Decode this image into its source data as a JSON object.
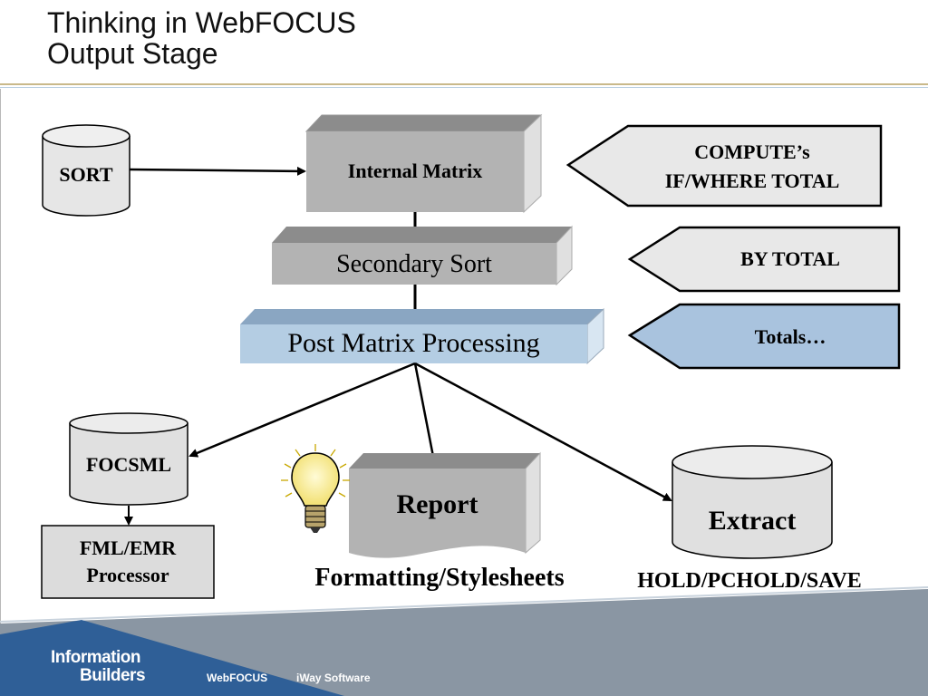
{
  "title": {
    "line1": "Thinking in WebFOCUS",
    "line2": "Output Stage"
  },
  "nodes": {
    "sort": "SORT",
    "internal_matrix": "Internal Matrix",
    "secondary_sort": "Secondary Sort",
    "post_matrix": "Post Matrix Processing",
    "focsml": "FOCSML",
    "fml_emr_line1": "FML/EMR",
    "fml_emr_line2": "Processor",
    "report": "Report",
    "extract": "Extract"
  },
  "callouts": {
    "compute_line1": "COMPUTE’s",
    "compute_line2": "IF/WHERE TOTAL",
    "by_total": "BY TOTAL",
    "totals": "Totals…"
  },
  "captions": {
    "formatting": "Formatting/Stylesheets",
    "hold": "HOLD/PCHOLD/SAVE"
  },
  "footer": {
    "brand_line1": "Information",
    "brand_line2": "Builders",
    "link1": "WebFOCUS",
    "link2": "iWay Software"
  },
  "colors": {
    "box_gray": "#b3b3b3",
    "box_dark": "#8c8c8c",
    "post_matrix_blue": "#b4cde3",
    "totals_blue": "#a9c3de",
    "callout_gray": "#e8e8e8",
    "footer_blue": "#2f5f97",
    "footer_gray": "#8a96a3"
  },
  "icons": [
    "lightbulb-icon",
    "database-cylinder-icon",
    "arrow-icon"
  ]
}
